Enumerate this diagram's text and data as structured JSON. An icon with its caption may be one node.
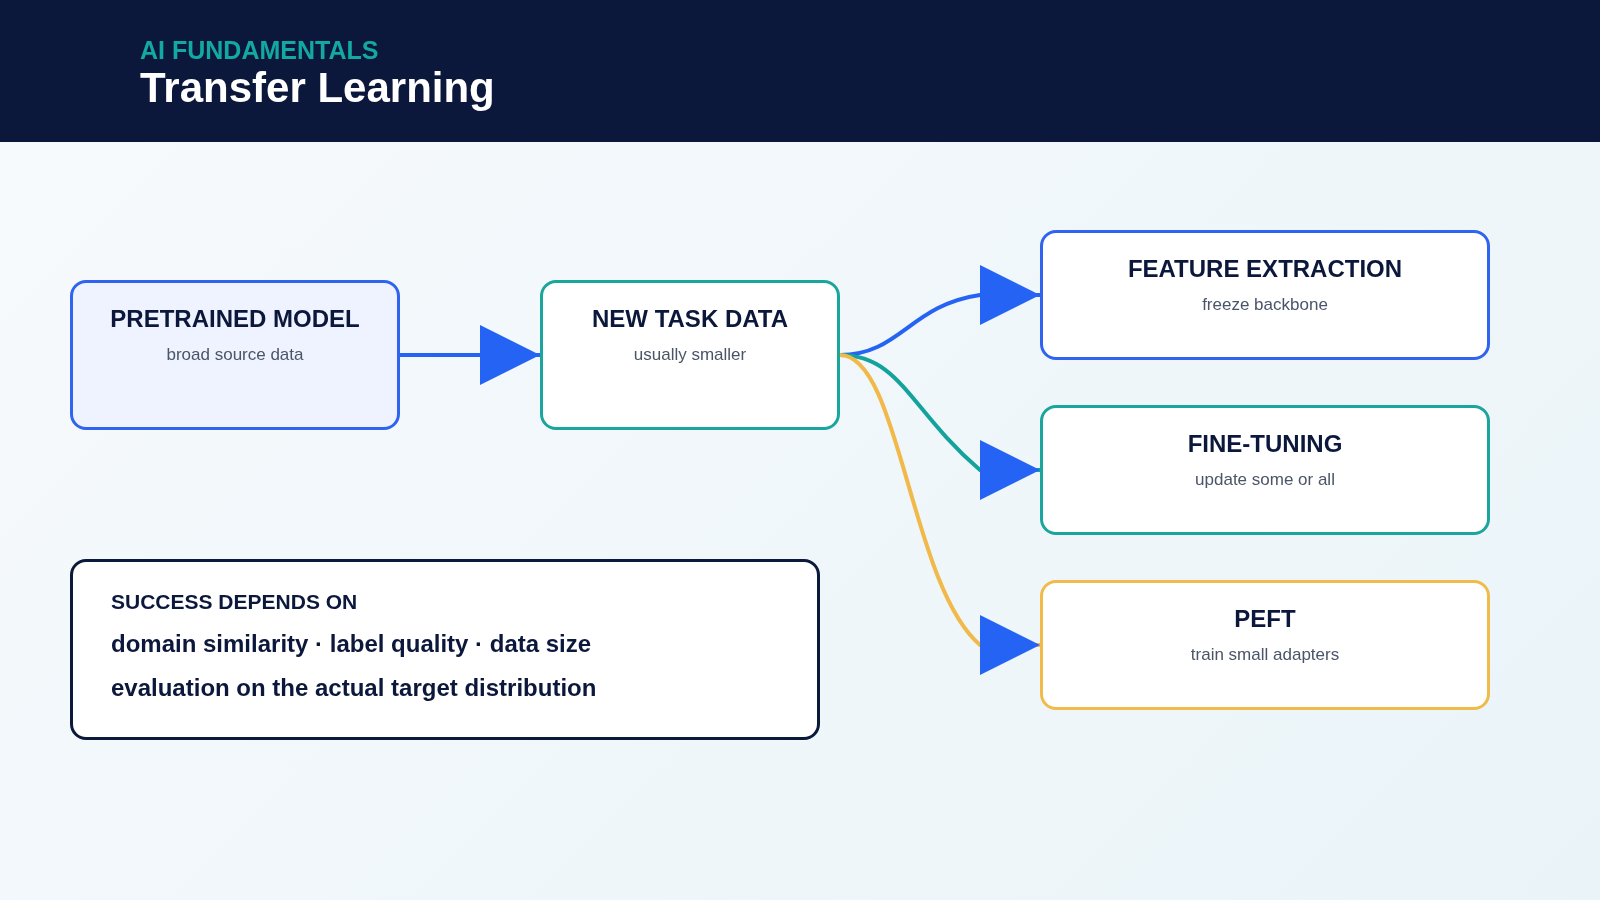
{
  "diagram": {
    "title": "Transfer Learning",
    "nodes": [
      {
        "text": [
          "PRETRAINED MODEL",
          "broad source data"
        ]
      },
      {
        "text": [
          "NEW TASK DATA",
          "usually smaller"
        ]
      },
      {
        "text": [
          "FEATURE EXTRACTION",
          "freeze backbone"
        ]
      },
      {
        "text": [
          "FINE-TUNING",
          "update some or all"
        ]
      },
      {
        "text": [
          "PEFT",
          "train small adapters"
        ]
      },
      {
        "text": [
          "SUCCESS DEPENDS ON",
          "domain similarity · label quality · data size",
          "evaluation on the actual target distribution"
        ]
      }
    ],
    "edges": [
      {
        "from": 0,
        "to": 1,
        "arrow": "to"
      },
      {
        "from": 1,
        "to": 2,
        "arrow": "to"
      },
      {
        "from": 1,
        "to": 3,
        "arrow": "to",
        "color": "#14a39c"
      },
      {
        "from": 1,
        "to": 4,
        "arrow": "to",
        "color": "#f0b94a"
      }
    ],
    "labels": [
      "AI FUNDAMENTALS"
    ]
  }
}
